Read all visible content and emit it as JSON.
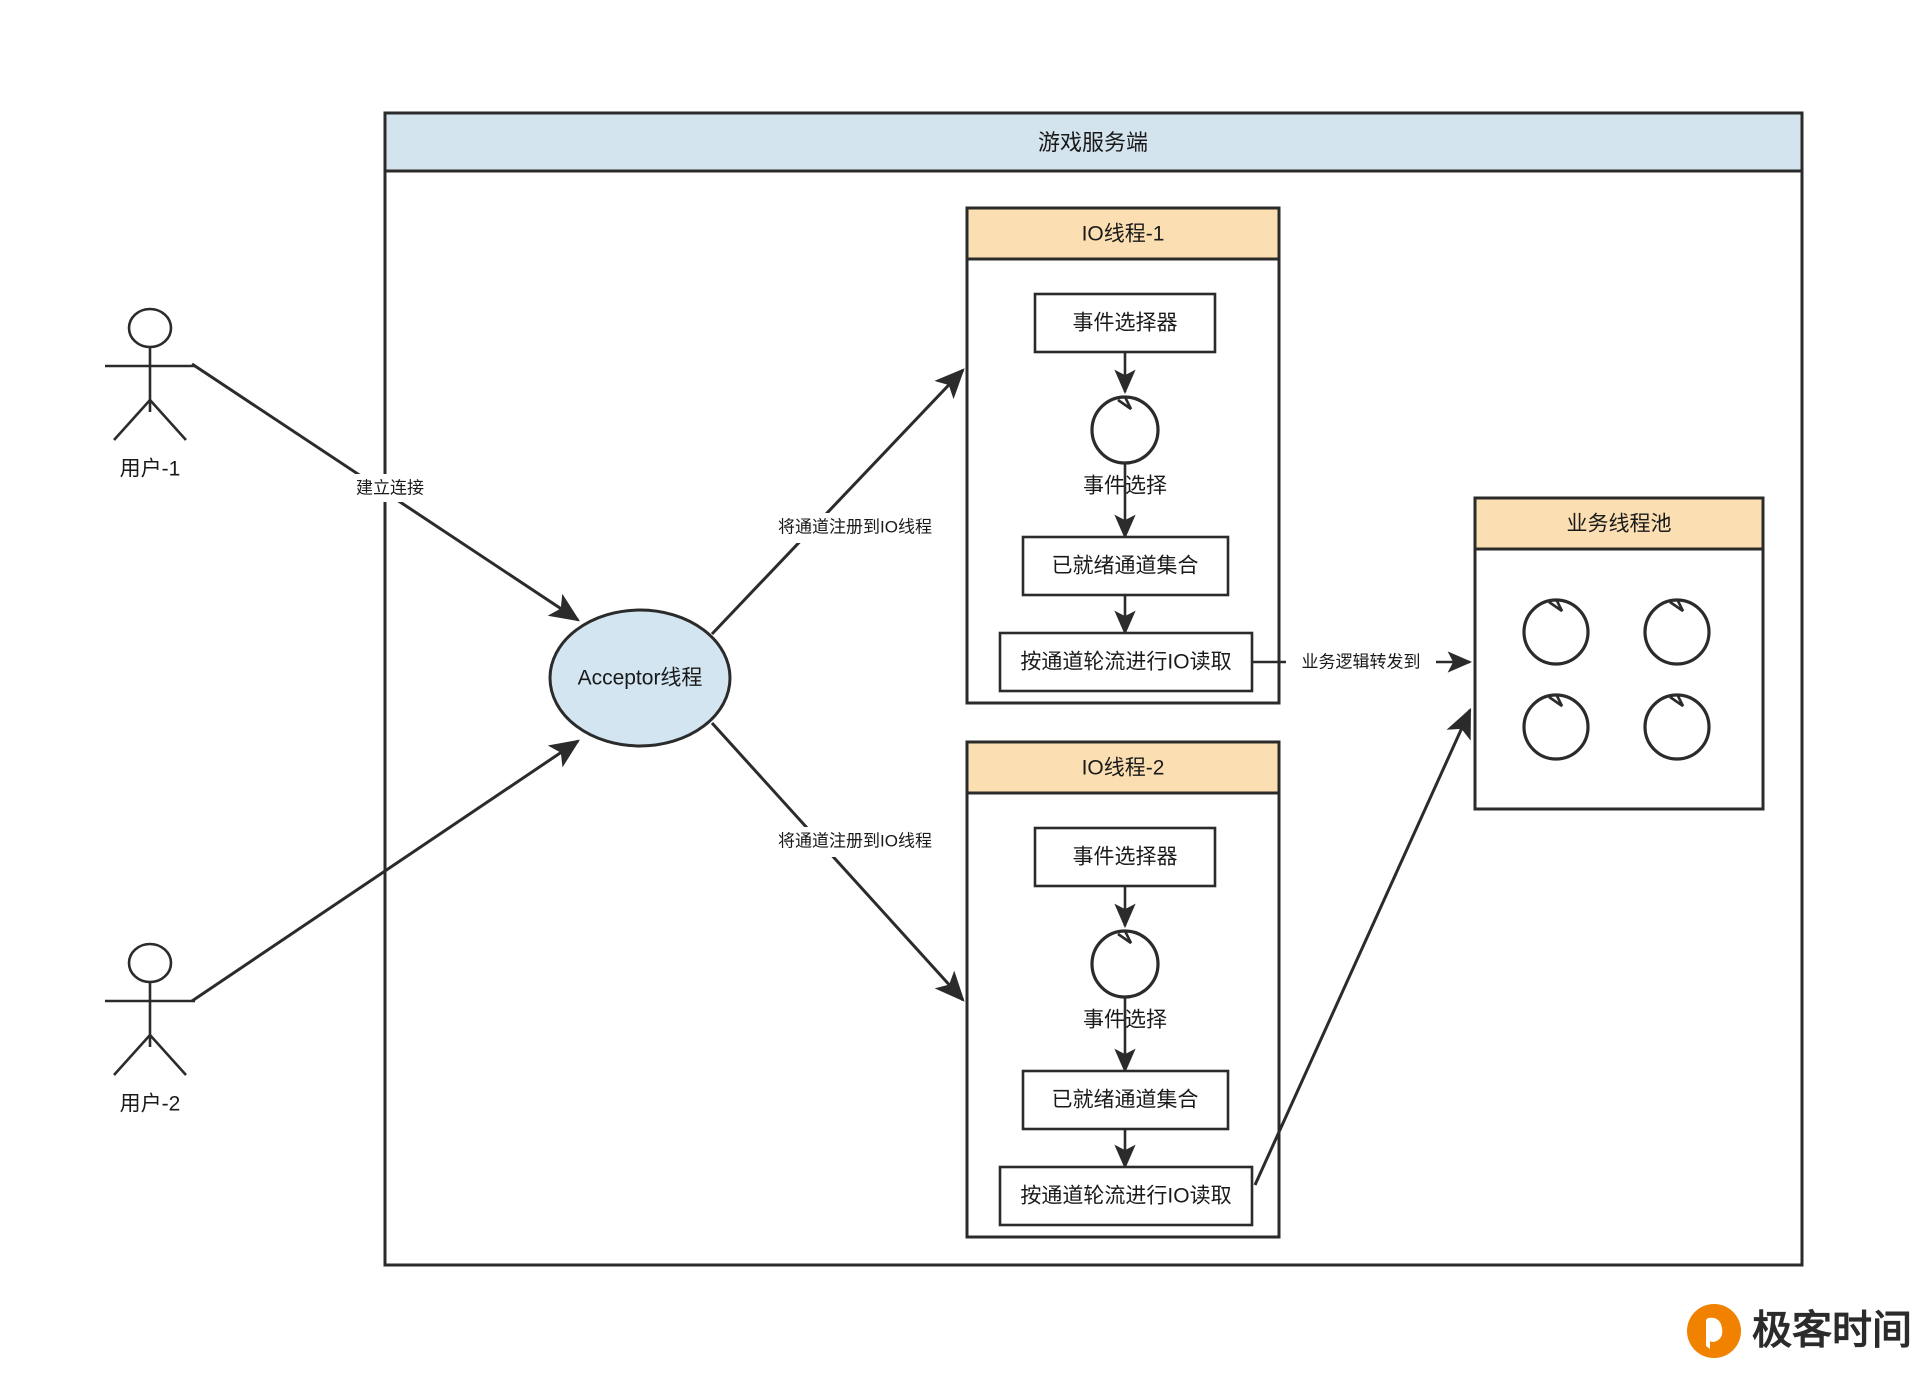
{
  "diagram": {
    "title": "游戏服务端",
    "server_panel": {
      "header_label": "游戏服务端",
      "header_color": "#d4e4ee"
    },
    "actors": [
      {
        "name": "用户-1",
        "label": "用户-1"
      },
      {
        "name": "用户-2",
        "label": "用户-2"
      }
    ],
    "acceptor": {
      "label": "Acceptor线程",
      "color": "#d2e5f1"
    },
    "io_threads": [
      {
        "header": "IO线程-1",
        "header_color": "#fbdfb2",
        "steps": [
          {
            "type": "box",
            "label": "事件选择器"
          },
          {
            "type": "loop",
            "label": "事件选择"
          },
          {
            "type": "box",
            "label": "已就绪通道集合"
          },
          {
            "type": "box",
            "label": "按通道轮流进行IO读取"
          }
        ]
      },
      {
        "header": "IO线程-2",
        "header_color": "#fbdfb2",
        "steps": [
          {
            "type": "box",
            "label": "事件选择器"
          },
          {
            "type": "loop",
            "label": "事件选择"
          },
          {
            "type": "box",
            "label": "已就绪通道集合"
          },
          {
            "type": "box",
            "label": "按通道轮流进行IO读取"
          }
        ]
      }
    ],
    "worker_pool": {
      "header": "业务线程池",
      "header_color": "#fbdfb2",
      "worker_count": 4
    },
    "edges": [
      {
        "name": "user1-to-acceptor",
        "label": "建立连接"
      },
      {
        "name": "user2-to-acceptor",
        "label": ""
      },
      {
        "name": "acceptor-to-io1",
        "label": "将通道注册到IO线程"
      },
      {
        "name": "acceptor-to-io2",
        "label": "将通道注册到IO线程"
      },
      {
        "name": "io1-to-pool",
        "label": "业务逻辑转发到"
      },
      {
        "name": "io2-to-pool",
        "label": ""
      }
    ],
    "watermark": {
      "text": "极客时间",
      "logo_color": "#f08200"
    }
  }
}
